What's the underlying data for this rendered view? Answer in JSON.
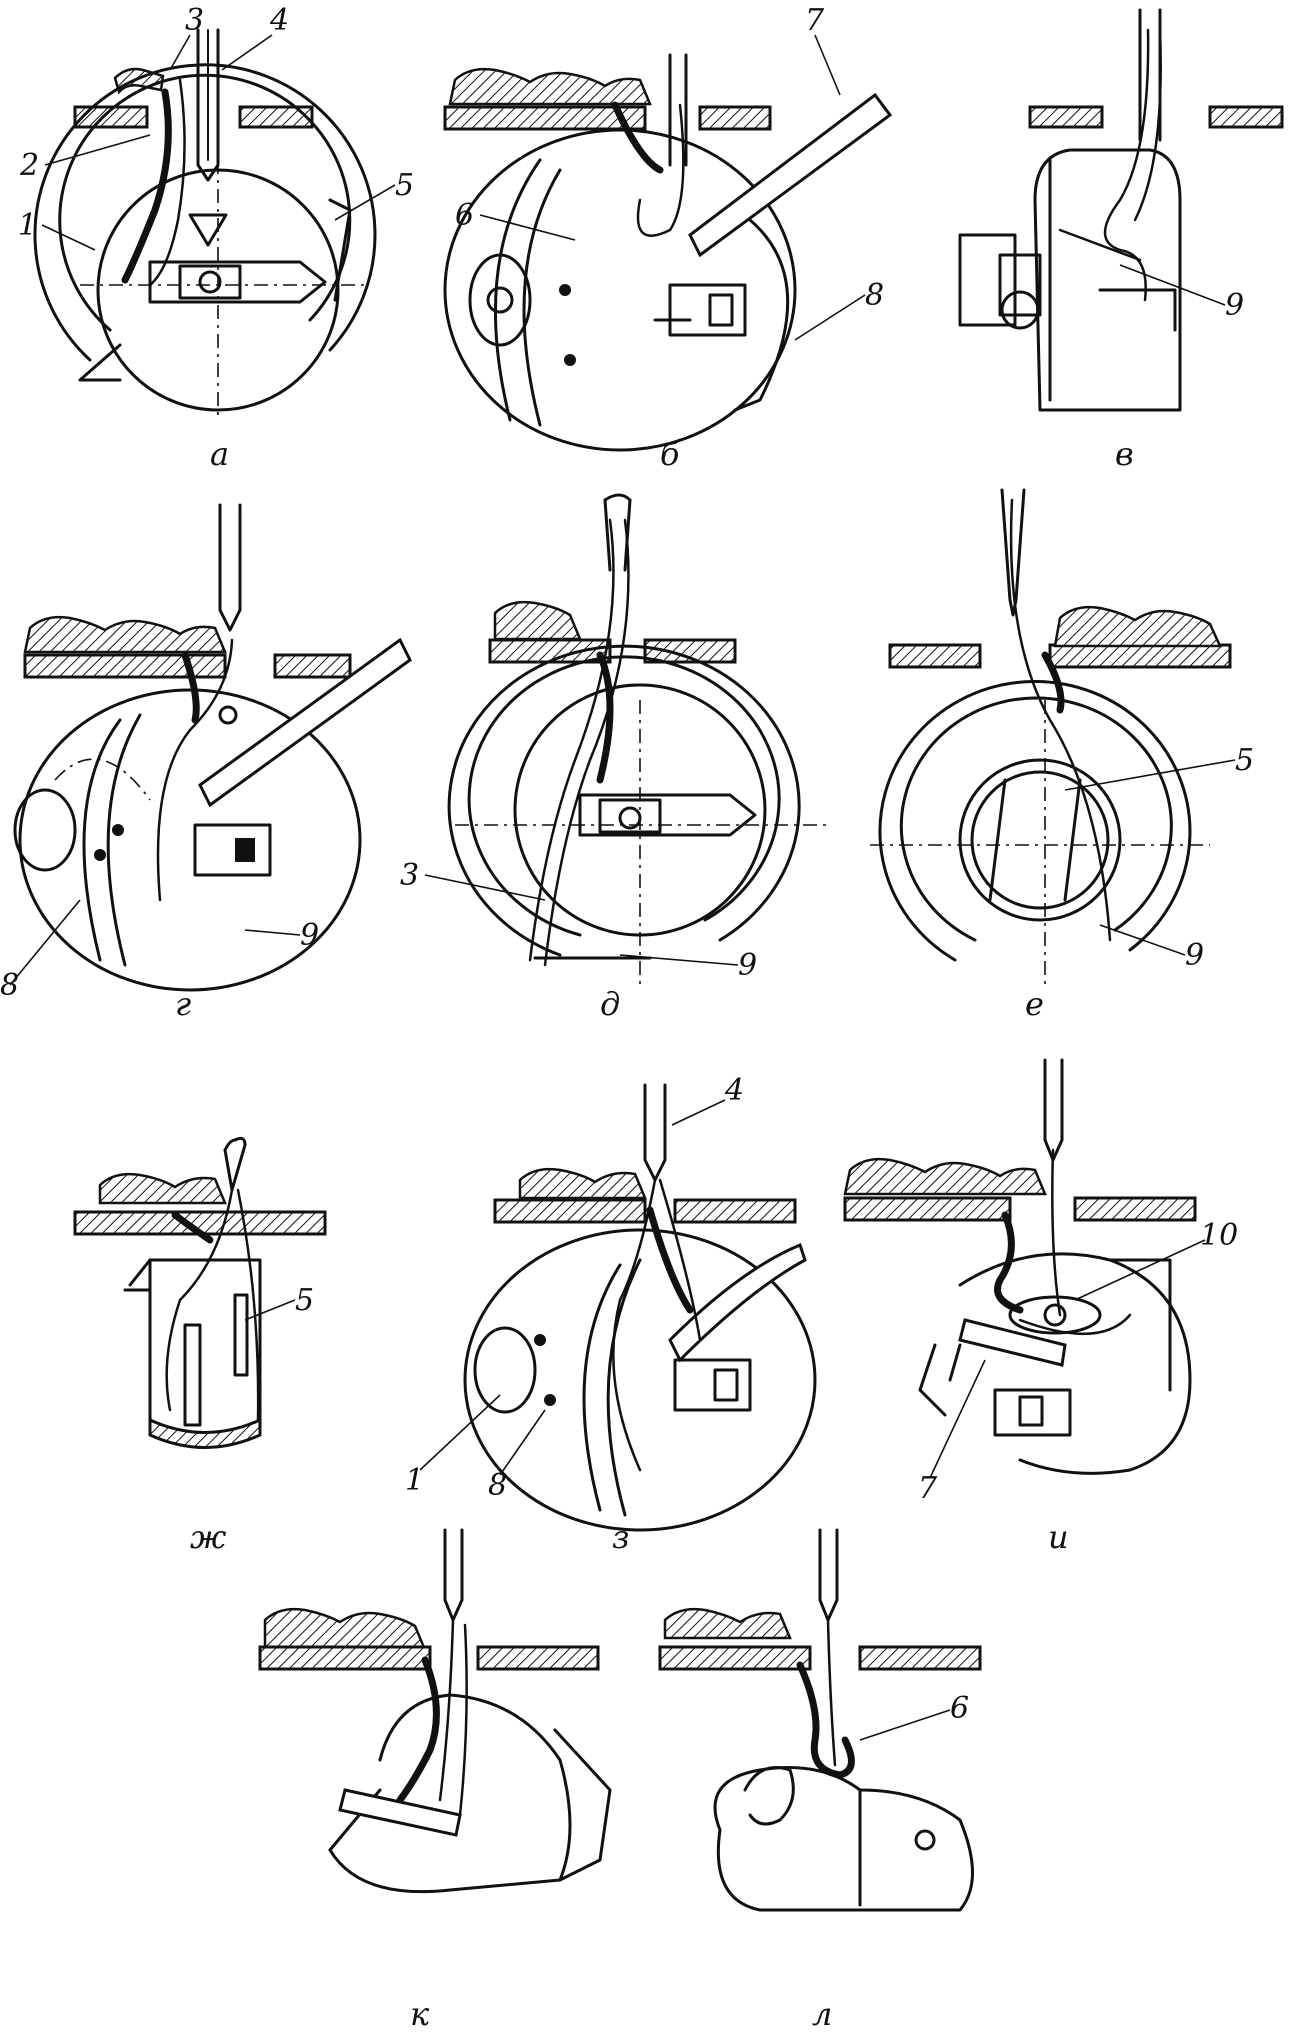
{
  "panels": [
    {
      "id": "a",
      "caption": "а",
      "labels": [
        "1",
        "2",
        "3",
        "4",
        "5"
      ]
    },
    {
      "id": "b",
      "caption": "б",
      "labels": [
        "6",
        "7",
        "8"
      ]
    },
    {
      "id": "v",
      "caption": "в",
      "labels": [
        "9"
      ]
    },
    {
      "id": "g",
      "caption": "г",
      "labels": [
        "8",
        "9"
      ]
    },
    {
      "id": "d",
      "caption": "д",
      "labels": [
        "3",
        "9"
      ]
    },
    {
      "id": "e",
      "caption": "е",
      "labels": [
        "5",
        "9"
      ]
    },
    {
      "id": "zh",
      "caption": "ж",
      "labels": [
        "5"
      ]
    },
    {
      "id": "z",
      "caption": "з",
      "labels": [
        "1",
        "4",
        "8"
      ]
    },
    {
      "id": "i",
      "caption": "и",
      "labels": [
        "7",
        "10"
      ]
    },
    {
      "id": "k",
      "caption": "к",
      "labels": []
    },
    {
      "id": "l",
      "caption": "л",
      "labels": [
        "6"
      ]
    }
  ]
}
